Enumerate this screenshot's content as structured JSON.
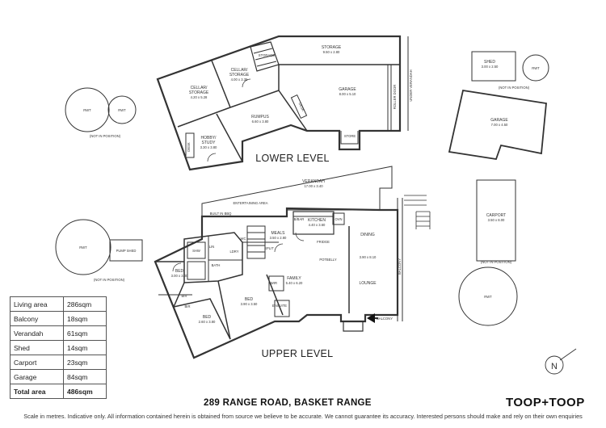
{
  "levels": {
    "lower": "LOWER LEVEL",
    "upper": "UPPER LEVEL"
  },
  "lower_rooms": {
    "storage_name": "STORAGE",
    "storage_dim": "9.50 x 2.80",
    "cellar1_name": "CELLAR/",
    "cellar1_name2": "STORAGE",
    "cellar1_dim": "4.00 x 3.35",
    "cellar2_name": "CELLAR/",
    "cellar2_name2": "STORAGE",
    "cellar2_dim": "4.20 x 5.28",
    "storage_small": "STORAGE",
    "garage_name": "GARAGE",
    "garage_dim": "8.00 x 5.10",
    "rumpus_name": "RUMPUS",
    "rumpus_dim": "6.60 x 3.80",
    "hobby_name": "HOBBY/",
    "hobby_name2": "STUDY",
    "hobby_dim": "3.30 x 3.80",
    "desk1": "DESK",
    "desk2": "DESK",
    "store": "STORE",
    "roller_door": "ROLLER DOOR",
    "under_verandah": "UNDER VERANDAH"
  },
  "outbuildings": {
    "shed_name": "SHED",
    "shed_dim": "3.00 x 2.50",
    "garage2_name": "GARAGE",
    "garage2_dim": "7.00 x 4.50",
    "carport_name": "CARPORT",
    "carport_dim": "3.50 x 8.00",
    "pump_shed": "PUMP SHED",
    "rwt": "RWT",
    "not_in_position": "(NOT IN POSITION)"
  },
  "upper_rooms": {
    "verandah_name": "VERANDAH",
    "verandah_dim": "17.00 x 3.40",
    "entertaining": "ENTERTAINING AREA",
    "bbq": "BUILT IN BBQ",
    "bibar": "B/BAR",
    "kitchen_name": "KITCHEN",
    "kitchen_dim": "4.40 x 3.60",
    "oven": "OVN",
    "meals_name": "MEALS",
    "meals_dim": "3.50 x 2.80",
    "split": "SPLIT",
    "fridge": "FRIDGE",
    "dining": "DINING",
    "dining_lounge_dim": "3.90 x 8.10",
    "lounge": "LOUNGE",
    "potbelly": "POTBELLY",
    "family_name": "FAMILY",
    "family_dim": "5.40 x 6.20",
    "balcony": "BALCONY",
    "ldry": "LDRY",
    "wc": "WC",
    "bath": "BATH",
    "linen": "LIN",
    "shwr": "SHW",
    "bed1_name": "BED",
    "bed1_dim": "3.00 x 3.00",
    "bed2_name": "BED",
    "bed2_dim": "2.60 x 3.80",
    "bed3_name": "BED",
    "bed3_dim": "3.90 x 3.50",
    "bir": "BIR",
    "wir": "WIR",
    "ensuite": "ENSUITE"
  },
  "areas": [
    {
      "label": "Living area",
      "value": "286sqm"
    },
    {
      "label": "Balcony",
      "value": "18sqm"
    },
    {
      "label": "Verandah",
      "value": "61sqm"
    },
    {
      "label": "Shed",
      "value": "14sqm"
    },
    {
      "label": "Carport",
      "value": "23sqm"
    },
    {
      "label": "Garage",
      "value": "84sqm"
    }
  ],
  "total": {
    "label": "Total area",
    "value": "486sqm"
  },
  "address": "289 RANGE ROAD, BASKET RANGE",
  "brand": "TOOP+TOOP",
  "compass": "N",
  "disclaimer": "Scale in metres. Indicative only. All information contained herein is obtained from source we believe to be accurate. We cannot guarantee its accuracy. Interested persons should make and rely on their own enquiries"
}
